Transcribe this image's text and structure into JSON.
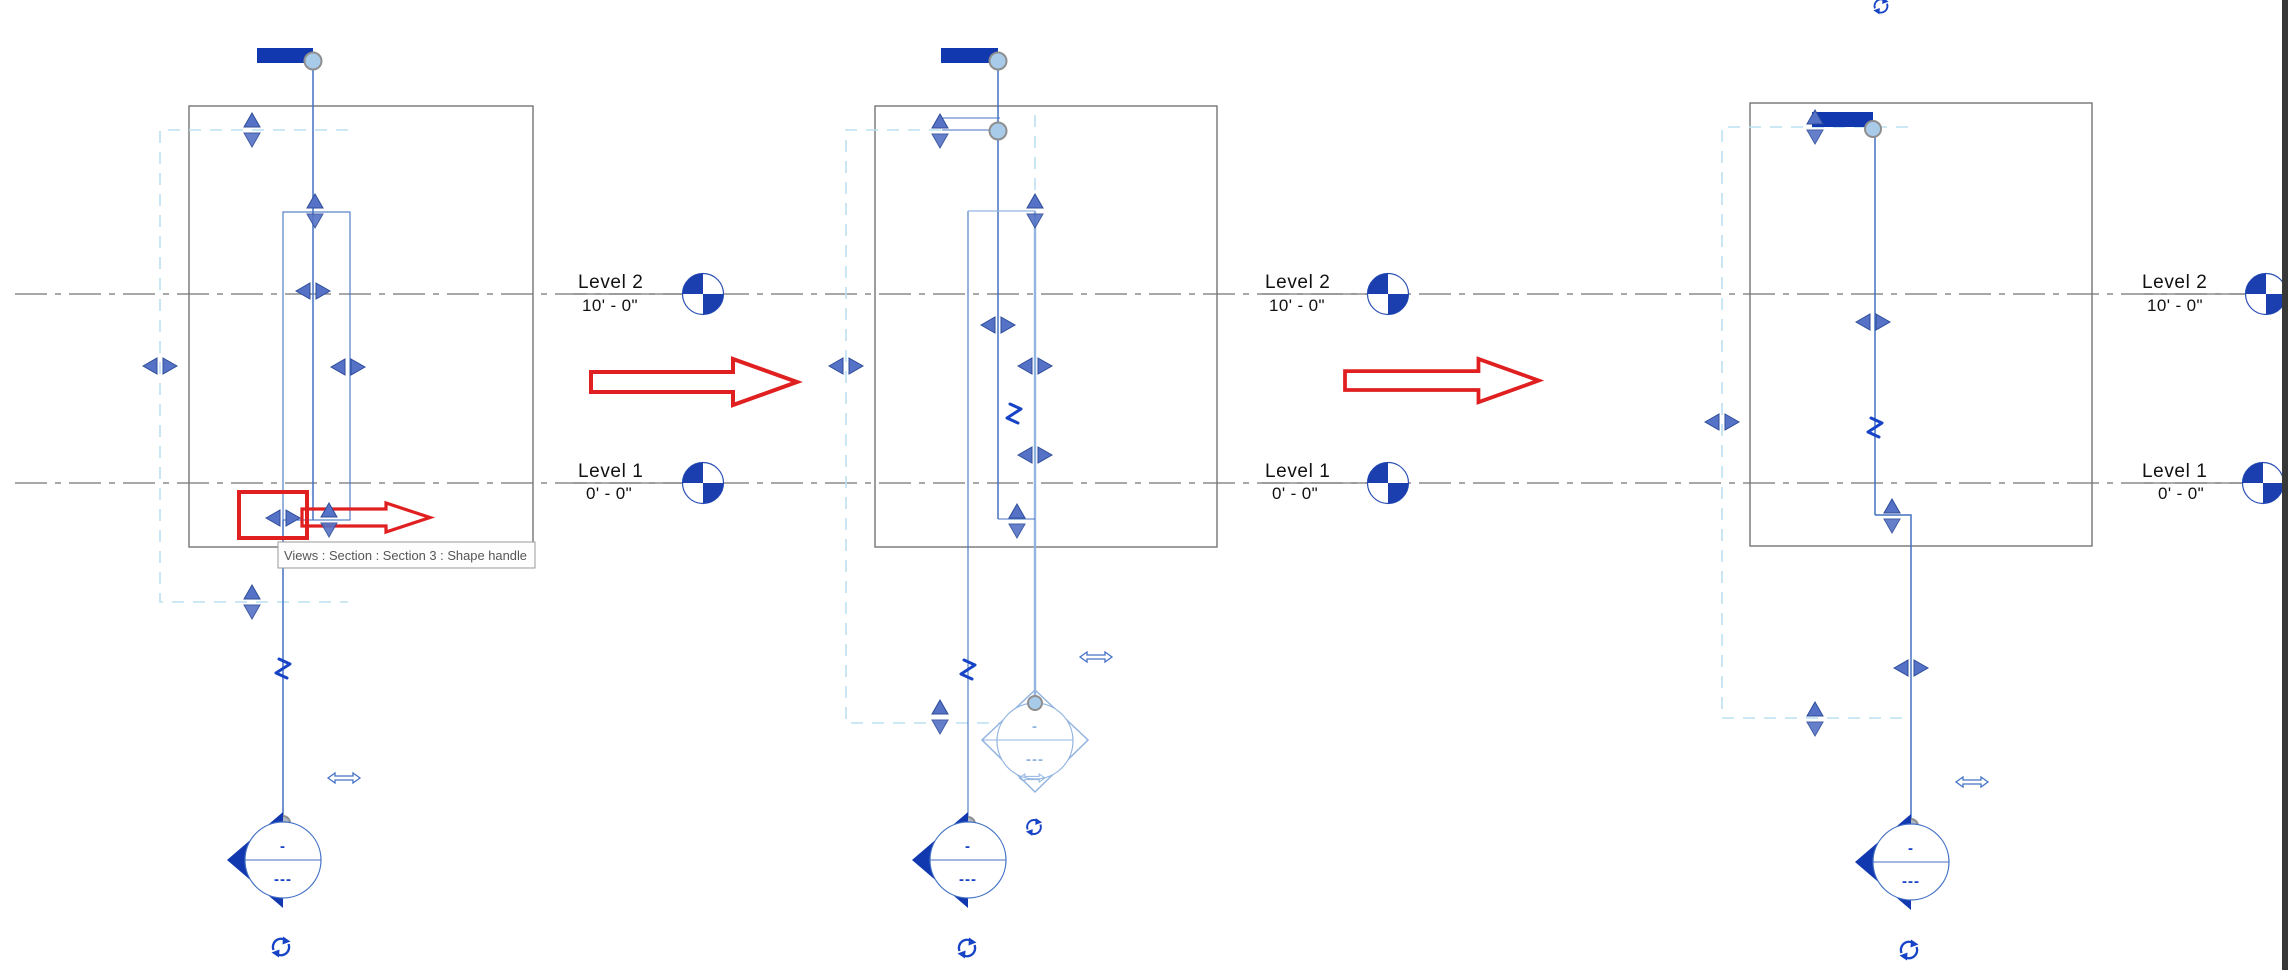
{
  "app_context": "Revit drawing area - section line split-segment steps",
  "tooltip": {
    "text": "Views : Section : Section 3 : Shape handle"
  },
  "levels": {
    "level2": {
      "name": "Level 2",
      "elevation": "10' - 0\""
    },
    "level1": {
      "name": "Level 1",
      "elevation": "0' - 0\""
    }
  },
  "section_head": {
    "detail_number": "-",
    "sheet_number": "---"
  },
  "colors": {
    "section_blue": "#4472C4",
    "deep_blue": "#1238B0",
    "handle_blue": "#5572C6",
    "handle_stroke": "#2E4C9A",
    "light_blue": "#92B4E0",
    "annot_crop": "#BCE0F2",
    "level_gray": "#8C8C8C",
    "crop_gray": "#757575",
    "red": "#E02020",
    "glyph_blue": "#1743C6",
    "tooltip_text": "#565656",
    "level_head_blue": "#1B3FAE"
  }
}
